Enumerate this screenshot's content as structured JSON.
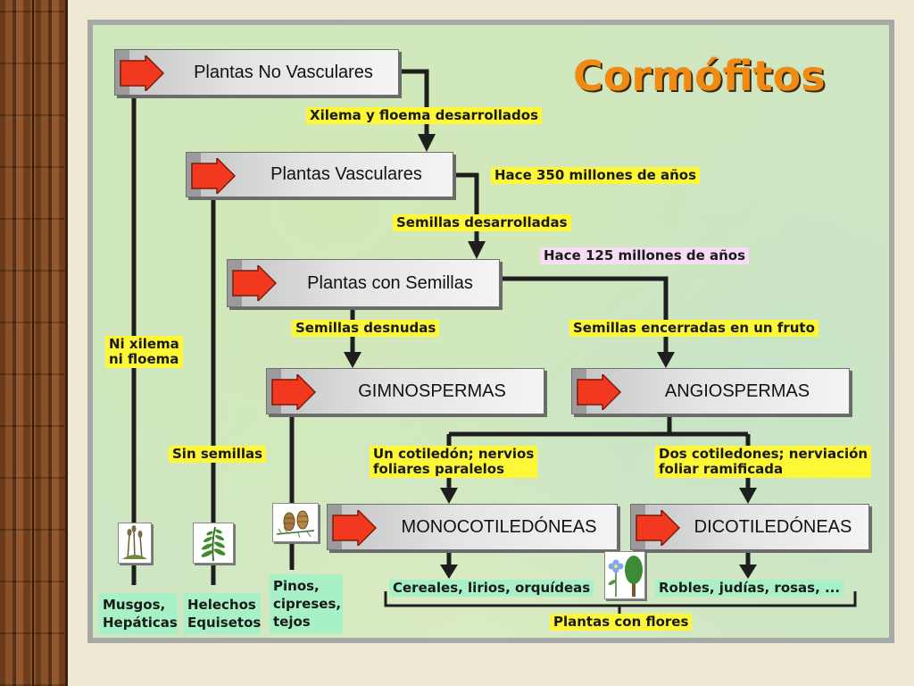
{
  "title": "Cormófitos",
  "boxes": {
    "no_vasculares": "Plantas No Vasculares",
    "vasculares": "Plantas Vasculares",
    "con_semillas": "Plantas con Semillas",
    "gimnospermas": "GIMNOSPERMAS",
    "angiospermas": "ANGIOSPERMAS",
    "monocotiledoneas": "MONOCOTILEDÓNEAS",
    "dicotiledoneas": "DICOTILEDÓNEAS"
  },
  "labels": {
    "xilema_floema": "Xilema y floema desarrollados",
    "hace_350": "Hace 350 millones de años",
    "semillas_desarrolladas": "Semillas desarrolladas",
    "hace_125": "Hace 125 millones de años",
    "semillas_desnudas": "Semillas desnudas",
    "semillas_encerradas": "Semillas encerradas en un fruto",
    "ni_xilema_1": "Ni xilema",
    "ni_xilema_2": "ni floema",
    "sin_semillas": "Sin semillas",
    "un_cotiledon_1": "Un cotiledón; nervios",
    "un_cotiledon_2": "foliares paralelos",
    "dos_cotiledones_1": "Dos cotiledones; nerviación",
    "dos_cotiledones_2": "foliar ramificada",
    "musgos_1": "Musgos,",
    "musgos_2": "Hepáticas",
    "helechos_1": "Helechos",
    "helechos_2": "Equisetos",
    "pinos_1": "Pinos,",
    "pinos_2": "cipreses,",
    "pinos_3": "tejos",
    "cereales": "Cereales, lirios, orquídeas",
    "robles": "Robles, judías, rosas, ...",
    "plantas_flores": "Plantas con flores"
  },
  "icons": {
    "moss": "moss-plant-icon",
    "fern": "fern-leaf-icon",
    "pine": "pine-cone-icon",
    "flower_tree": "flower-and-tree-icon",
    "arrow": "red-arrow-icon"
  },
  "colors": {
    "label_yellow": "#fdf736",
    "label_pink": "#f8dcf6",
    "label_mint": "#a8f0c6",
    "arrow_red": "#f2381e",
    "title_orange": "#f08a12",
    "panel_green": "#cfe6c2"
  }
}
